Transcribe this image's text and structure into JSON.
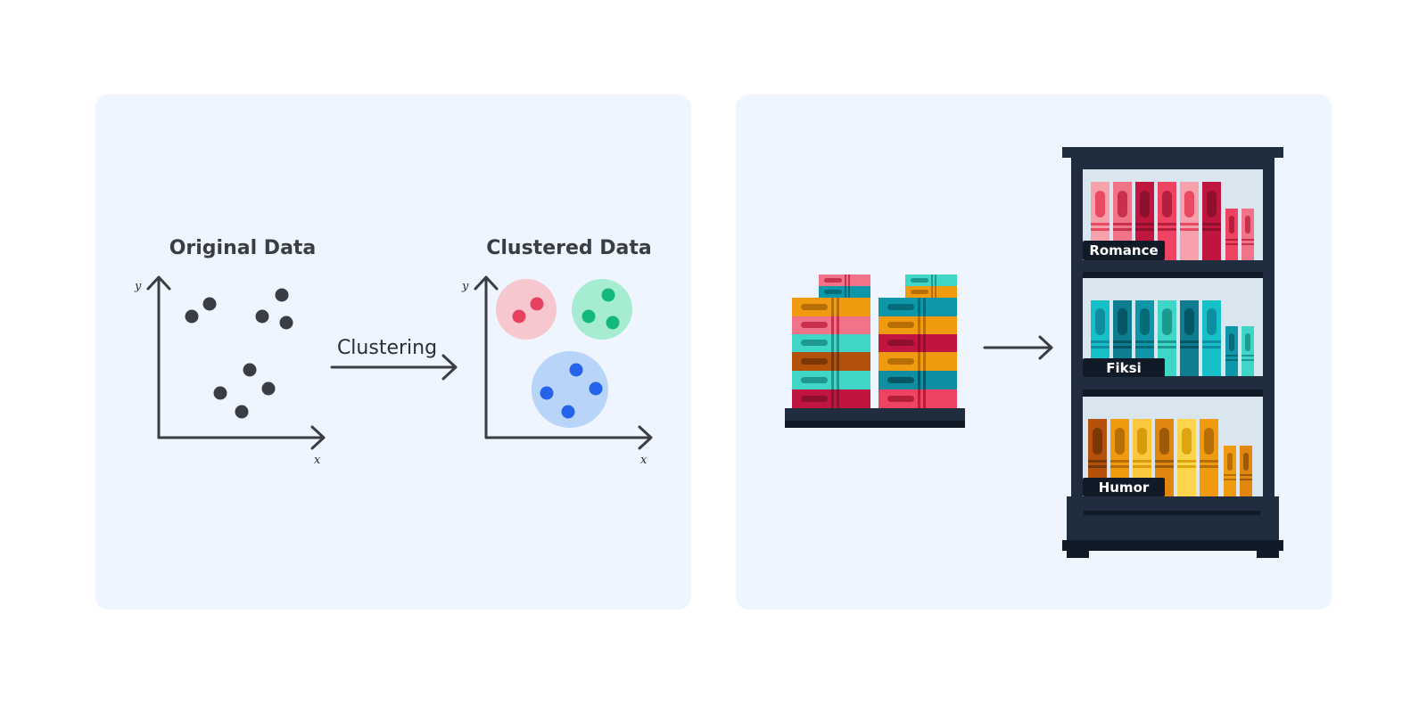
{
  "left_panel": {
    "original_title": "Original Data",
    "clustered_title": "Clustered Data",
    "arrow_label": "Clustering",
    "x_axis_label": "x",
    "y_axis_label": "y"
  },
  "right_panel": {
    "shelf_labels": [
      "Romance",
      "Fiksi",
      "Humor"
    ]
  },
  "colors": {
    "panel_bg": "#eef5fe",
    "ink": "#3a3d44",
    "cluster_red": "#e8415f",
    "cluster_green": "#14b87a",
    "cluster_blue": "#2563eb",
    "shelf_dark": "#1f2d3f"
  }
}
